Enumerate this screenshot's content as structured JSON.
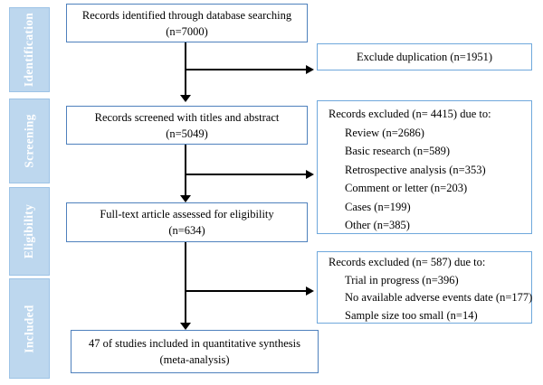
{
  "diagram": {
    "stages": [
      {
        "label": "Identification"
      },
      {
        "label": "Screening"
      },
      {
        "label": "Eligibility"
      },
      {
        "label": "Included"
      }
    ],
    "main_boxes": [
      {
        "line1": "Records identified through database searching",
        "line2": "(n=7000)"
      },
      {
        "line1": "Records screened with titles and abstract",
        "line2": "(n=5049)"
      },
      {
        "line1": "Full-text article assessed for eligibility",
        "line2": "(n=634)"
      },
      {
        "line1": "47 of studies included in quantitative synthesis",
        "line2": "(meta-analysis)"
      }
    ],
    "side_boxes": [
      {
        "title": "Exclude duplication (n=1951)",
        "items": []
      },
      {
        "title": "Records excluded (n= 4415) due to:",
        "items": [
          "Review (n=2686)",
          "Basic research (n=589)",
          "Retrospective analysis (n=353)",
          "Comment or letter (n=203)",
          "Cases (n=199)",
          "Other (n=385)"
        ]
      },
      {
        "title": "Records excluded (n= 587) due to:",
        "items": [
          "Trial in progress (n=396)",
          "No available adverse events date (n=177)",
          "Sample size too small (n=14)"
        ]
      }
    ],
    "colors": {
      "stage_fill": "#bdd7ee",
      "stage_border": "#9dc3e6",
      "stage_text": "#ffffff",
      "box_border": "#4f81bd",
      "side_box_border": "#6fa8dc",
      "arrow": "#000000",
      "text": "#000000",
      "background": "#ffffff"
    }
  }
}
